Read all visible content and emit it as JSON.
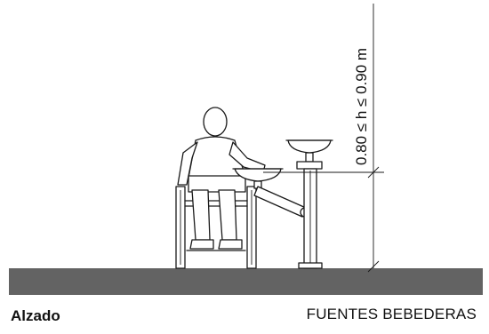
{
  "diagram": {
    "dimension_label": "0.80 ≤ h ≤ 0.90 m",
    "caption_left": "Alzado",
    "caption_right": "FUENTES BEBEDERAS"
  }
}
